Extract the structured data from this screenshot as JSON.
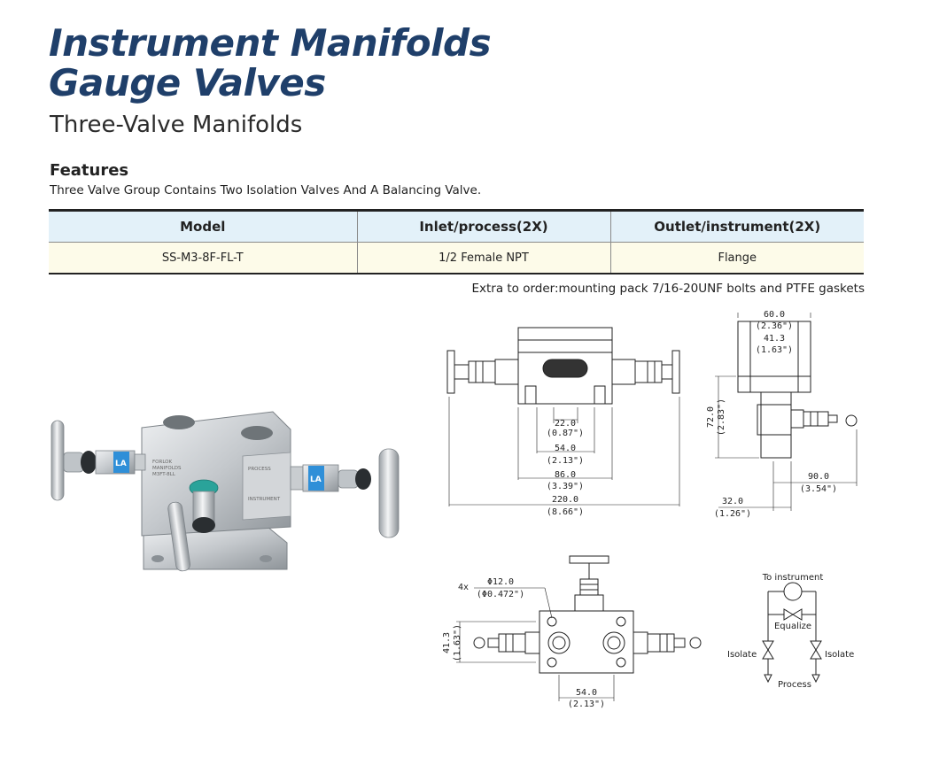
{
  "header": {
    "title_line1": "Instrument Manifolds",
    "title_line2": "Gauge Valves",
    "subtitle": "Three-Valve Manifolds"
  },
  "features": {
    "heading": "Features",
    "text": "Three Valve Group Contains Two Isolation Valves And A Balancing Valve."
  },
  "spec_table": {
    "columns": [
      "Model",
      "Inlet/process(2X)",
      "Outlet/instrument(2X)"
    ],
    "rows": [
      [
        "SS-M3-8F-FL-T",
        "1/2 Female NPT",
        "Flange"
      ]
    ]
  },
  "extra_note": "Extra to order:mounting pack 7/16-20UNF bolts and PTFE gaskets",
  "photo": {
    "body_marks": [
      "FORLOK",
      "MANIFOLDS",
      "M3FT-8LL"
    ],
    "outlet_marks": [
      "PROCESS",
      "INSTRUMENT"
    ],
    "valve_badge": "LA"
  },
  "front_view": {
    "dim_1": "22.0",
    "dim_1_in": "(0.87\")",
    "dim_2": "54.0",
    "dim_2_in": "(2.13\")",
    "dim_3": "86.0",
    "dim_3_in": "(3.39\")",
    "dim_4": "220.0",
    "dim_4_in": "(8.66\")"
  },
  "side_view": {
    "top_1": "60.0",
    "top_1_in": "(2.36\")",
    "top_2": "41.3",
    "top_2_in": "(1.63\")",
    "height": "72.0",
    "height_in": "(2.83\")",
    "right": "90.0",
    "right_in": "(3.54\")",
    "left": "32.0",
    "left_in": "(1.26\")"
  },
  "plan_view": {
    "holes_prefix": "4x",
    "hole_dia": "Φ12.0",
    "hole_dia_in": "(Φ0.472\")",
    "side": "41.3",
    "side_in": "(1.63\")",
    "bottom": "54.0",
    "bottom_in": "(2.13\")"
  },
  "schematic": {
    "to_instrument": "To instrument",
    "equalize": "Equalize",
    "isolate_left": "Isolate",
    "isolate_right": "Isolate",
    "process": "Process"
  }
}
